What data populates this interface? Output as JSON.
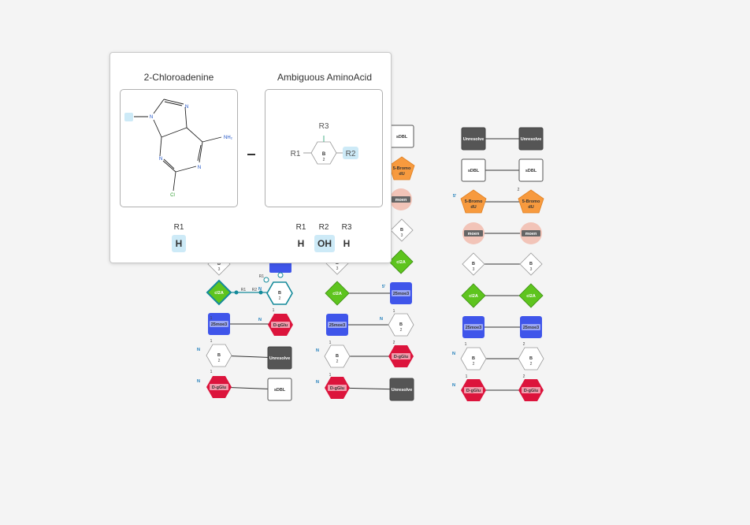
{
  "popup": {
    "left_title": "2-Chloroadenine",
    "right_title": "Ambiguous AminoAcid",
    "left_r_labels": [
      "R1"
    ],
    "left_r_values": [
      "H"
    ],
    "right_r_labels": [
      "R1",
      "R2",
      "R3"
    ],
    "right_r_values": [
      "H",
      "OH",
      "H"
    ],
    "structure_atoms": {
      "n7": "N",
      "n9": "N",
      "n3": "N",
      "n1": "N",
      "nh2": "NH₂",
      "cl": "Cl"
    },
    "monomer": {
      "label": "B",
      "number": "2",
      "r1": "R1",
      "r2": "R2",
      "r3": "R3"
    }
  },
  "monomer_labels": {
    "sDBL": "sDBL",
    "bromo_line1": "5-Bromo",
    "bromo_line2": "dU",
    "moen": "moen",
    "cl2a": "cl2A",
    "moe3": "25moe3",
    "dglu": "D-gGlu",
    "unresolve": "Unresolve",
    "b": "B",
    "n_term": "N",
    "five_prime": "5'",
    "r1": "R1",
    "r2": "R2"
  },
  "colors": {
    "dark_gray": "#555555",
    "orange": "#f79a3e",
    "salmon": "#f2c4b8",
    "green": "#5ec41e",
    "blue": "#3f55ea",
    "red": "#dc143c",
    "teal": "#148a9a",
    "highlight": "#cdeaf7"
  }
}
